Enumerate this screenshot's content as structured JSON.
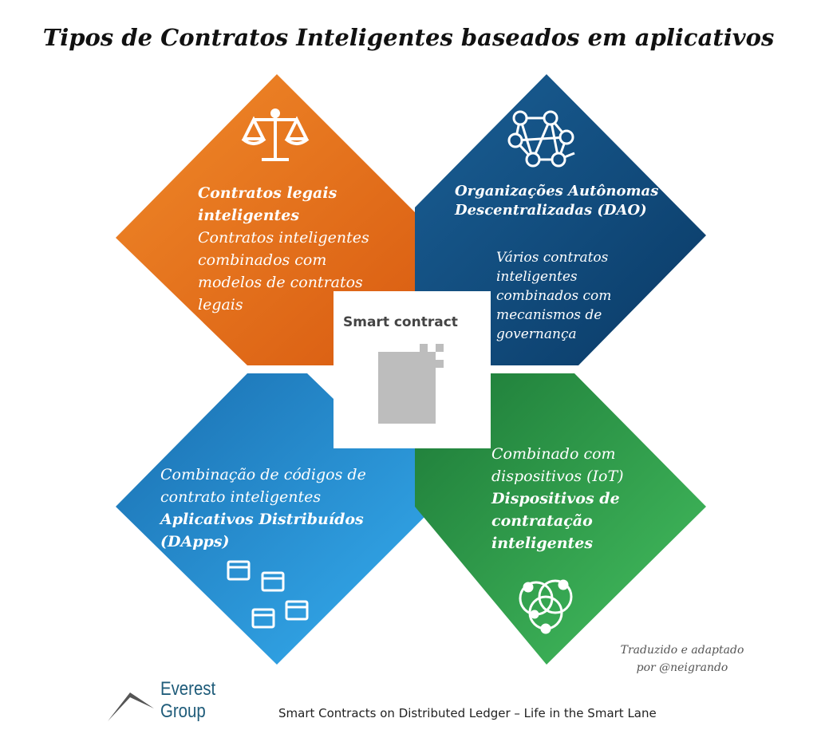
{
  "title": "Tipos de Contratos Inteligentes baseados em aplicativos",
  "center": {
    "label": "Smart contract"
  },
  "quadrants": [
    {
      "heading": "Contratos legais inteligentes",
      "body": "Contratos inteligentes combinados com modelos de contratos legais",
      "color": "#e8701c"
    },
    {
      "heading": "Organizações Autônomas Descentralizadas (DAO)",
      "body": "Vários contratos inteligentes combinados com mecanismos de governança",
      "color": "#0f4b7d"
    },
    {
      "heading": "Aplicativos Distribuídos (DApps)",
      "body": "Combinação de códigos de contrato inteligentes",
      "color": "#1f8fd6"
    },
    {
      "heading": "Dispositivos de contratação inteligentes",
      "body": "Combinado com dispositivos (IoT)",
      "color": "#2f9e4a"
    }
  ],
  "credit": {
    "line1": "Traduzido e adaptado",
    "line2": "por @neigrando"
  },
  "footer": {
    "brand": "Everest Group",
    "subtitle": "Smart Contracts on Distributed Ledger – Life in the Smart Lane"
  }
}
